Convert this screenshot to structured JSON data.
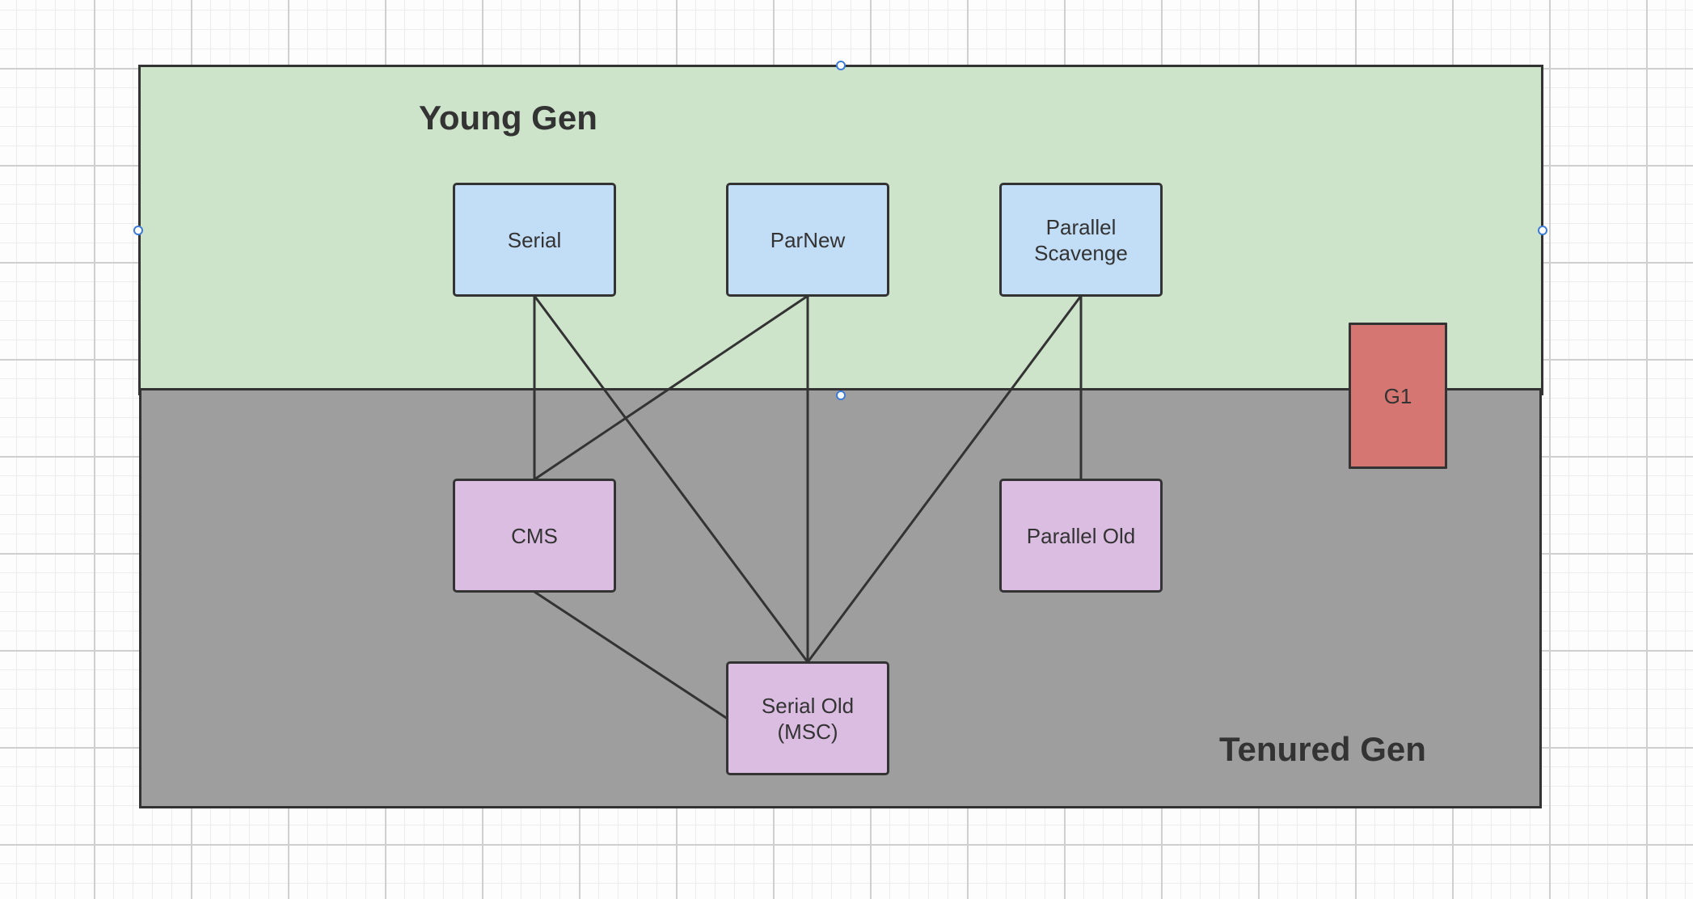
{
  "regions": {
    "young": {
      "label": "Young Gen",
      "fill": "#cde4cb"
    },
    "tenured": {
      "label": "Tenured Gen",
      "fill": "#9e9e9e"
    }
  },
  "collectors": {
    "serial": "Serial",
    "parnew": "ParNew",
    "parallel_scavenge": "Parallel\nScavenge",
    "cms": "CMS",
    "parallel_old": "Parallel Old",
    "serial_old": "Serial Old\n(MSC)",
    "g1": "G1"
  },
  "colors": {
    "young_collector": "#c2ddf6",
    "old_collector": "#dbbde2",
    "g1": "#d67672",
    "stroke": "#333333",
    "selection_handle": "#3d7bd6"
  },
  "connections": [
    [
      "serial",
      "cms"
    ],
    [
      "serial",
      "serial_old"
    ],
    [
      "parnew",
      "cms"
    ],
    [
      "parnew",
      "serial_old"
    ],
    [
      "parallel_scavenge",
      "serial_old"
    ],
    [
      "parallel_scavenge",
      "parallel_old"
    ],
    [
      "cms",
      "serial_old"
    ]
  ]
}
